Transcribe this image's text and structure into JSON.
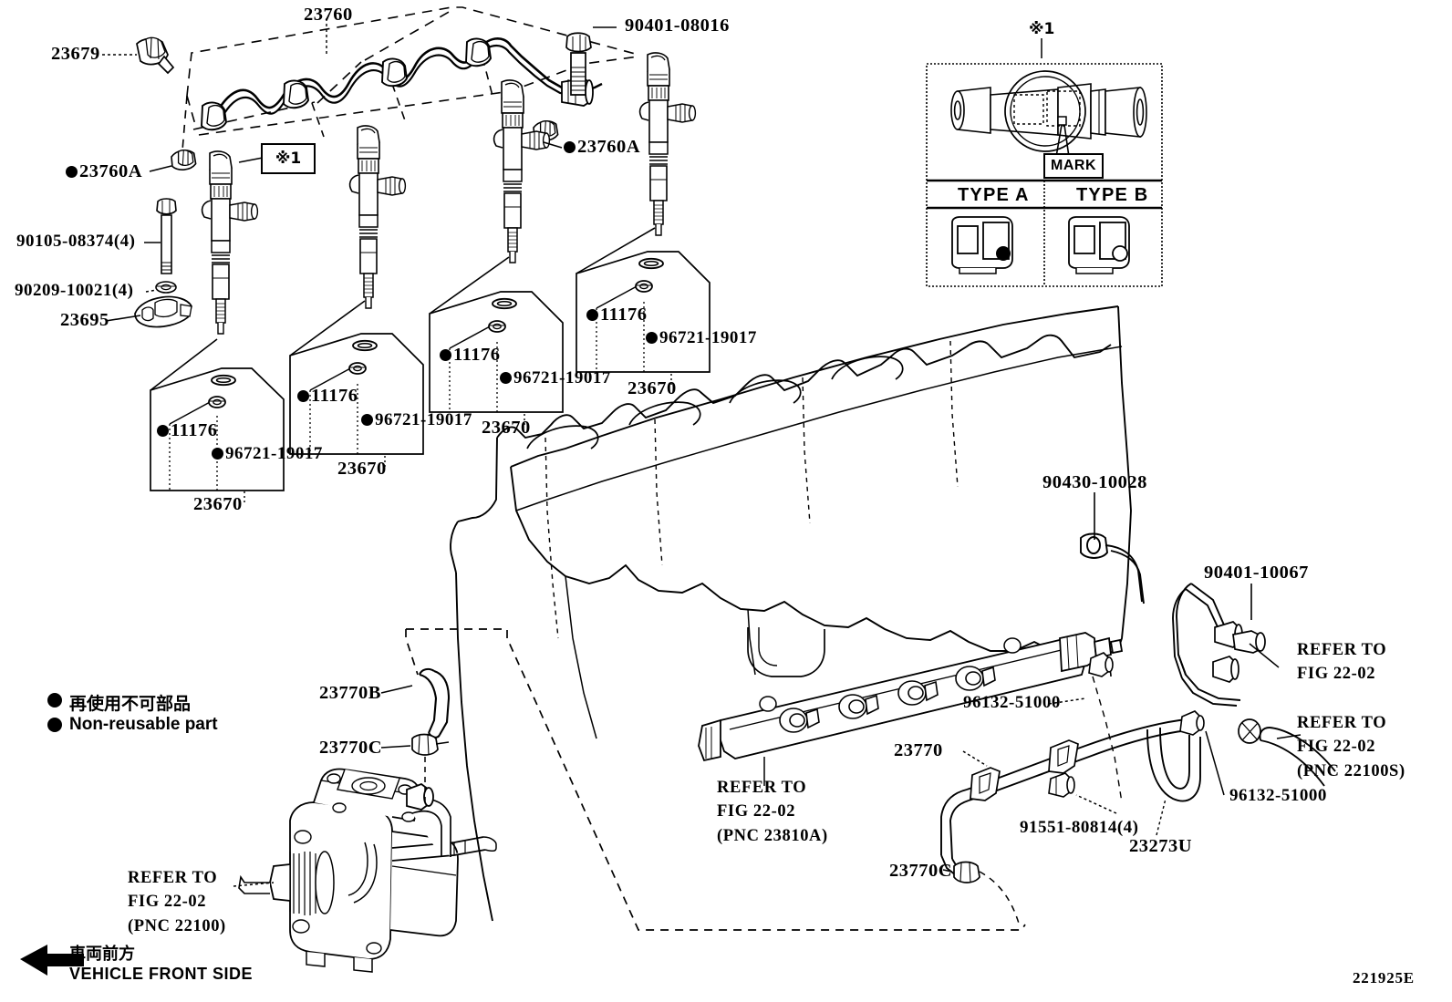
{
  "diagram": {
    "title": "Toyota Fuel Injection System Parts Diagram",
    "figure_code": "221925E",
    "legend": {
      "japanese": "再使用不可部品",
      "english": "Non-reusable part"
    },
    "direction": {
      "japanese": "車両前方",
      "english": "VEHICLE FRONT SIDE"
    },
    "note_symbol": "※1",
    "mark_label": "MARK",
    "type_a": "TYPE A",
    "type_b": "TYPE B"
  },
  "labels": {
    "pipe_23760": "23760",
    "bolt_90401_08016": "90401-08016",
    "clamp_23679": "23679",
    "seal_23760a_left": "23760A",
    "seal_23760a_right": "23760A",
    "bolt_90105": "90105-08374(4)",
    "nut_90209": "90209-10021(4)",
    "clamp_23695": "23695",
    "gasket_11176": "11176",
    "oring_96721": "96721-19017",
    "injector_23670": "23670",
    "nut_90430_10028": "90430-10028",
    "bolt_90401_10067": "90401-10067",
    "clip_96132_51000": "96132-51000",
    "hose_23770": "23770",
    "hose_23770b": "23770B",
    "clip_23770c": "23770C",
    "pipe_23273u": "23273U",
    "clip_91551": "91551-80814(4)"
  },
  "refer_notes": {
    "rail": {
      "line1": "REFER TO",
      "line2": "FIG 22-02",
      "line3": "(PNC 23810A)"
    },
    "pump": {
      "line1": "REFER TO",
      "line2": "FIG 22-02",
      "line3": "(PNC 22100)"
    },
    "hose_upper": {
      "line1": "REFER TO",
      "line2": "FIG 22-02",
      "line3": ""
    },
    "hose_lower": {
      "line1": "REFER TO",
      "line2": "FIG 22-02",
      "line3": "(PNC 22100S)"
    }
  },
  "injector_groups": [
    {
      "gasket": "11176",
      "oring": "96721-19017",
      "part": "23670"
    },
    {
      "gasket": "11176",
      "oring": "96721-19017",
      "part": "23670"
    },
    {
      "gasket": "11176",
      "oring": "96721-19017",
      "part": "23670"
    },
    {
      "gasket": "11176",
      "oring": "96721-19017",
      "part": "23670"
    }
  ],
  "colors": {
    "line": "#000000",
    "background": "#ffffff"
  }
}
